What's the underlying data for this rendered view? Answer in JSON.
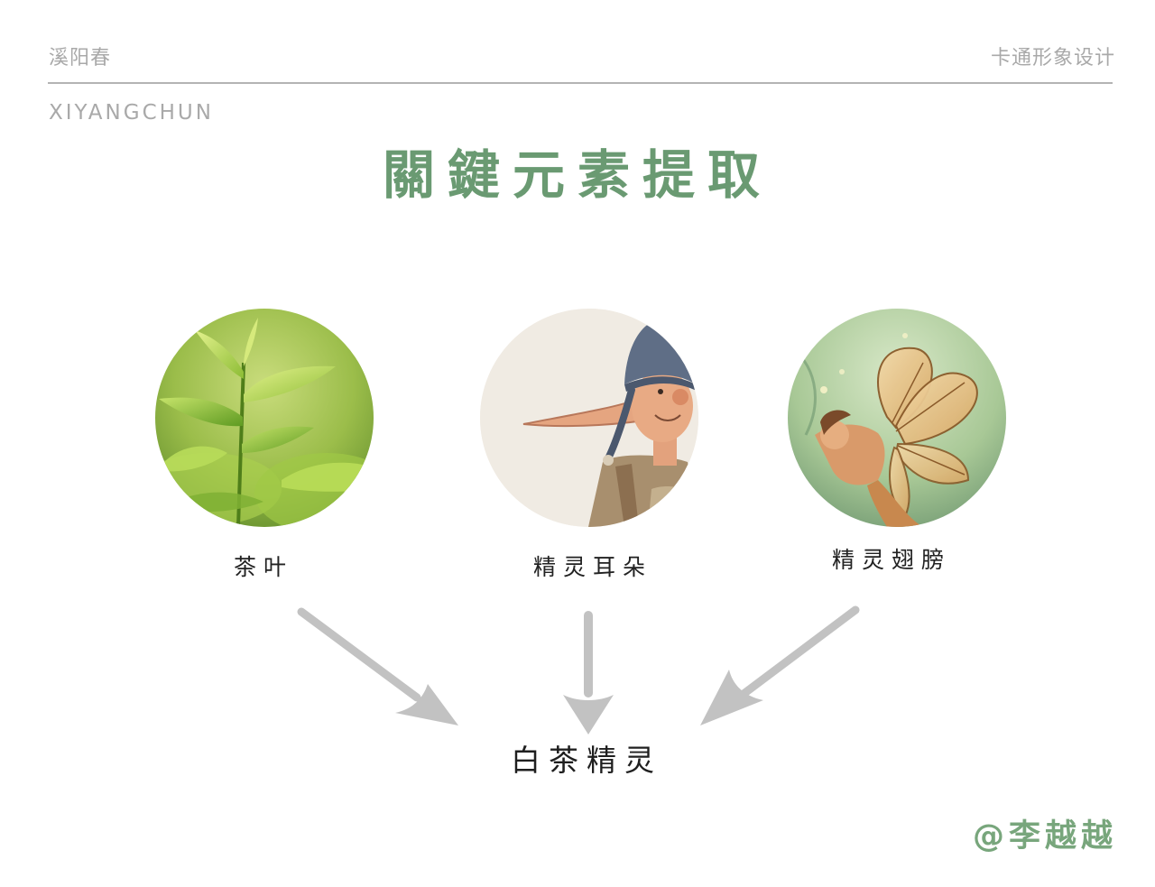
{
  "header": {
    "brand_cn": "溪阳春",
    "category": "卡通形象设计",
    "brand_en": "XIYANGCHUN"
  },
  "title": "關鍵元素提取",
  "elements": [
    {
      "label": "茶叶",
      "image": "tea-leaf-photo"
    },
    {
      "label": "精灵耳朵",
      "image": "elf-ear-illustration"
    },
    {
      "label": "精灵翅膀",
      "image": "fairy-wing-illustration"
    }
  ],
  "result": "白茶精灵",
  "author": "@李越越",
  "colors": {
    "title_green": "#6a9a72",
    "author_green": "#78a67c",
    "header_gray": "#a9a9a9",
    "arrow_gray": "#c2c2c2"
  }
}
